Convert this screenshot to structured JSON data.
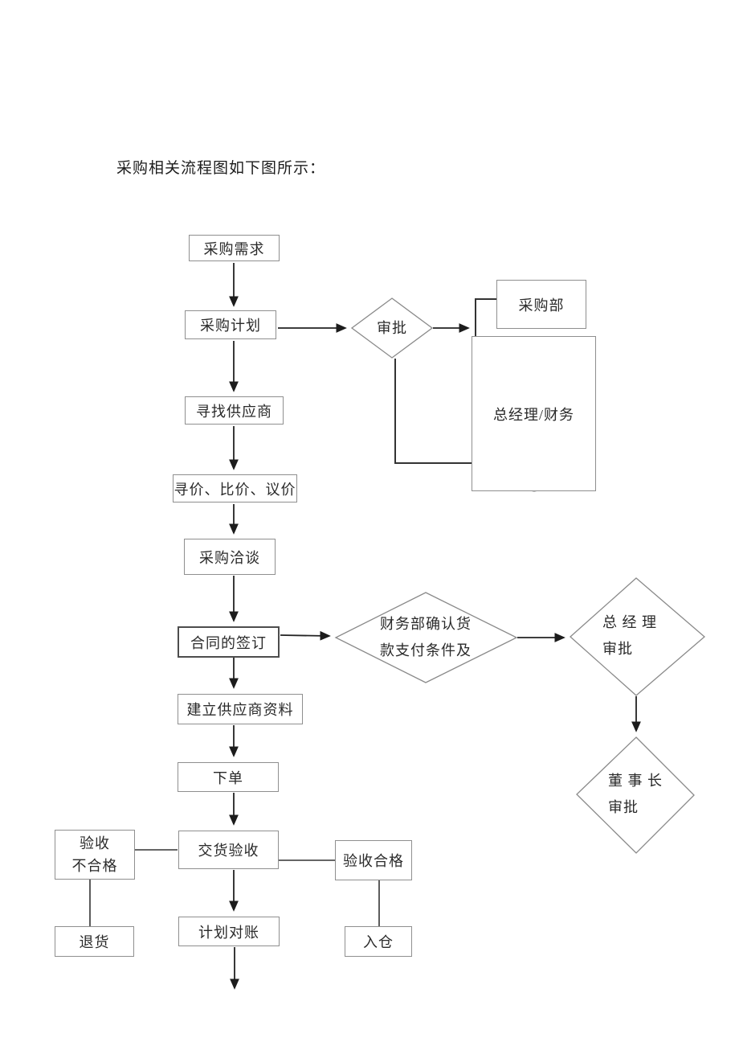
{
  "page": {
    "title": "采购相关流程图如下图所示："
  },
  "colors": {
    "box_border": "#8f8f8f",
    "connector_line": "#222222",
    "text": "#2a2a2a",
    "background": "#ffffff"
  },
  "flowchart": {
    "nodes": {
      "purchase_demand": {
        "label": "采购需求"
      },
      "purchase_plan": {
        "label": "采购计划"
      },
      "approval": {
        "label": "审批"
      },
      "purchasing_dept": {
        "label": "采购部"
      },
      "gm_finance": {
        "label": "总经理/财务"
      },
      "find_supplier": {
        "label": "寻找供应商"
      },
      "inquiry_compare_bargain": {
        "label": "寻价、比价、议价"
      },
      "purchase_negotiation": {
        "label": "采购洽谈"
      },
      "contract_signing": {
        "label": "合同的签订"
      },
      "finance_confirm": {
        "line1": "财务部确认货",
        "line2": "款支付条件及"
      },
      "gm_approval": {
        "line1": "总 经 理",
        "line2": "审批"
      },
      "chairman_approval": {
        "line1": "董 事 长",
        "line2": "审批"
      },
      "supplier_profile": {
        "label": "建立供应商资料"
      },
      "place_order": {
        "label": "下单"
      },
      "delivery_acceptance": {
        "label": "交货验收"
      },
      "acceptance_failed": {
        "line1": "验收",
        "line2": "不合格"
      },
      "acceptance_passed": {
        "label": "验收合格"
      },
      "return_goods": {
        "label": "退货"
      },
      "plan_reconciliation": {
        "label": "计划对账"
      },
      "warehouse_in": {
        "label": "入仓"
      }
    }
  }
}
